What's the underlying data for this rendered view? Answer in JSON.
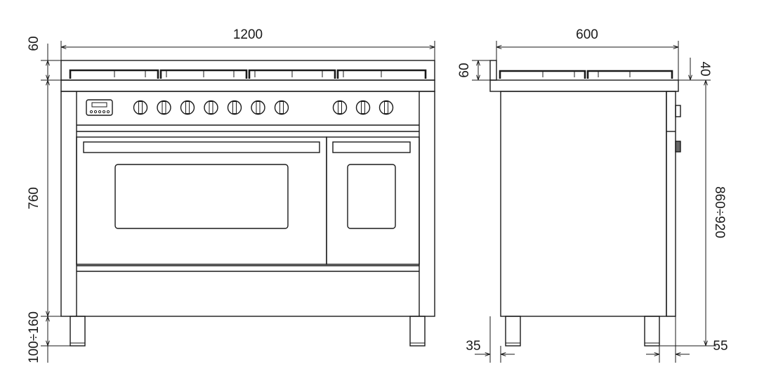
{
  "dimensions": {
    "front_width": "1200",
    "front_top_height": "60",
    "front_body_height": "760",
    "front_leg_height": "100÷160",
    "side_depth": "600",
    "side_top_height": "60",
    "side_top_thickness": "40",
    "side_total_height": "860÷920",
    "side_leg_front_offset": "35",
    "side_leg_back_offset": "55"
  },
  "knobs": {
    "left_count": 7,
    "right_count": 3
  },
  "colors": {
    "line": "#1a1a1a",
    "background": "#ffffff"
  }
}
